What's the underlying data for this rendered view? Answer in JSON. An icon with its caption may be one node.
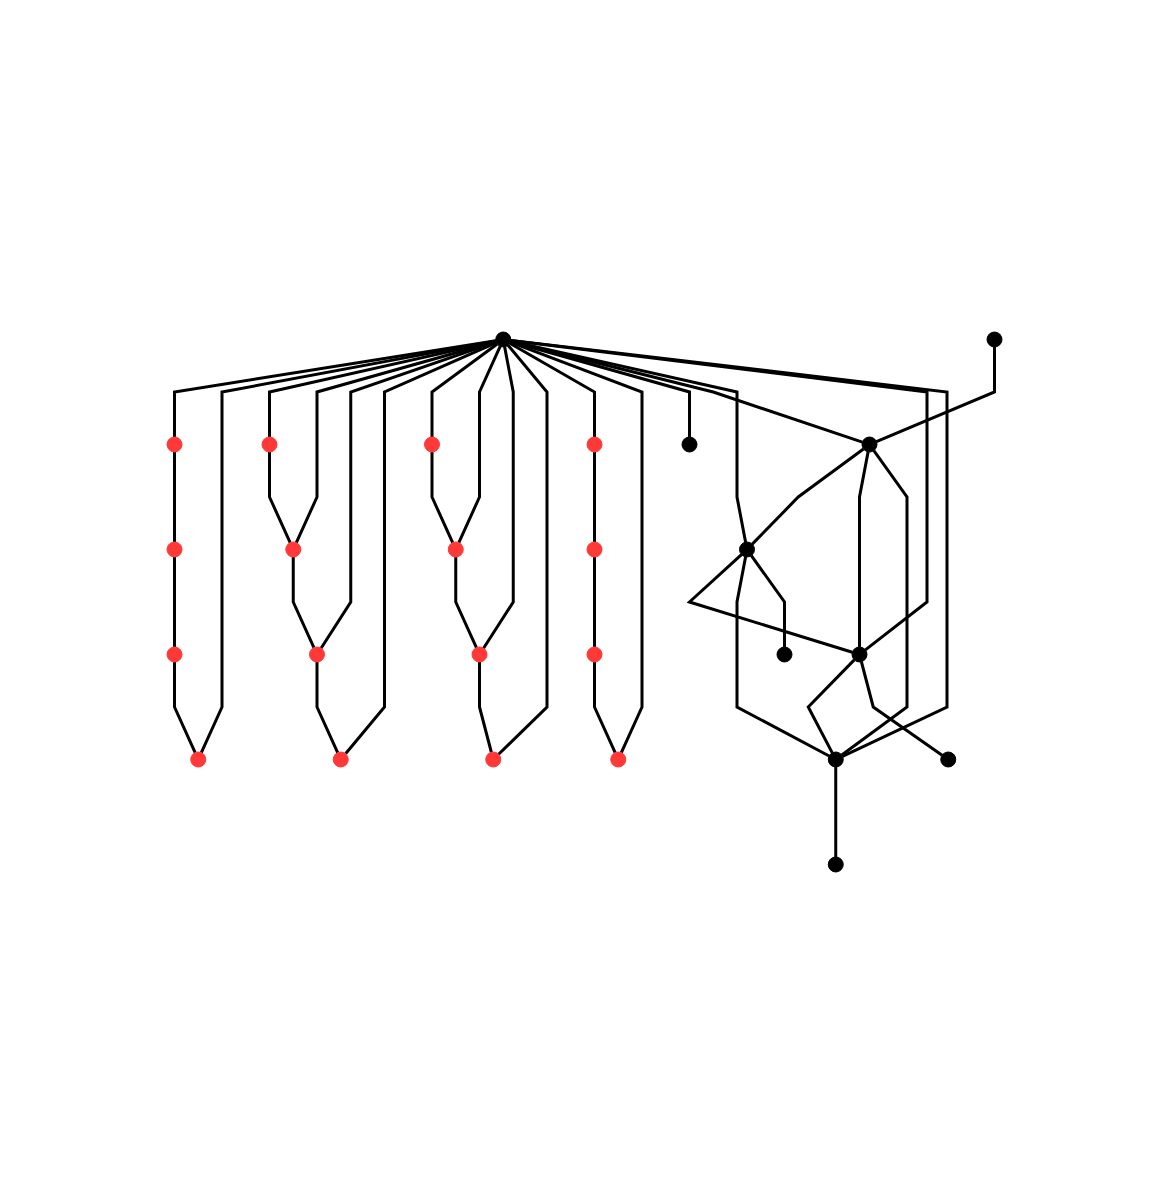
{
  "diagram": {
    "nodes": [
      {
        "text": [],
        "shape": "circle"
      },
      {
        "text": [],
        "shape": "circle"
      },
      {
        "text": [],
        "shape": "circle"
      },
      {
        "text": [],
        "shape": "circle"
      },
      {
        "text": [],
        "shape": "circle"
      },
      {
        "text": [],
        "shape": "circle"
      },
      {
        "text": [],
        "shape": "circle"
      },
      {
        "text": [],
        "shape": "circle"
      },
      {
        "text": [],
        "shape": "circle"
      },
      {
        "text": [],
        "shape": "circle"
      },
      {
        "text": [],
        "shape": "circle"
      },
      {
        "text": [],
        "shape": "circle"
      },
      {
        "text": [],
        "shape": "circle"
      },
      {
        "text": [],
        "shape": "circle"
      },
      {
        "text": [],
        "shape": "circle"
      },
      {
        "text": [],
        "shape": "circle"
      },
      {
        "text": [],
        "shape": "circle"
      },
      {
        "text": [],
        "shape": "circle"
      },
      {
        "text": [],
        "shape": "circle"
      },
      {
        "text": [],
        "shape": "circle"
      },
      {
        "text": [],
        "shape": "circle"
      },
      {
        "text": [],
        "shape": "circle"
      },
      {
        "text": [],
        "shape": "circle"
      },
      {
        "text": [],
        "shape": "circle"
      },
      {
        "text": [],
        "shape": "circle"
      },
      {
        "text": [],
        "shape": "circle"
      }
    ],
    "edges": [
      {
        "from": 0,
        "to": 1,
        "arrow": "none"
      },
      {
        "from": 1,
        "to": 2,
        "arrow": "none"
      },
      {
        "from": 2,
        "to": 3,
        "arrow": "none"
      },
      {
        "from": 4,
        "to": 5,
        "arrow": "none"
      },
      {
        "from": 5,
        "to": 6,
        "arrow": "none"
      },
      {
        "from": 6,
        "to": 7,
        "arrow": "none"
      },
      {
        "from": 8,
        "to": 9,
        "arrow": "none"
      },
      {
        "from": 9,
        "to": 10,
        "arrow": "none"
      },
      {
        "from": 10,
        "to": 11,
        "arrow": "none"
      },
      {
        "from": 12,
        "to": 13,
        "arrow": "none"
      },
      {
        "from": 13,
        "to": 14,
        "arrow": "none"
      },
      {
        "from": 14,
        "to": 15,
        "arrow": "none"
      },
      {
        "from": 16,
        "to": 0,
        "arrow": "none"
      },
      {
        "from": 16,
        "to": 3,
        "arrow": "none"
      },
      {
        "from": 16,
        "to": 4,
        "arrow": "none"
      },
      {
        "from": 16,
        "to": 5,
        "arrow": "none"
      },
      {
        "from": 16,
        "to": 6,
        "arrow": "none"
      },
      {
        "from": 16,
        "to": 7,
        "arrow": "none"
      },
      {
        "from": 16,
        "to": 8,
        "arrow": "none"
      },
      {
        "from": 16,
        "to": 9,
        "arrow": "none"
      },
      {
        "from": 16,
        "to": 10,
        "arrow": "none"
      },
      {
        "from": 16,
        "to": 11,
        "arrow": "none"
      },
      {
        "from": 16,
        "to": 12,
        "arrow": "none"
      },
      {
        "from": 16,
        "to": 15,
        "arrow": "none"
      },
      {
        "from": 16,
        "to": 17,
        "arrow": "none"
      },
      {
        "from": 16,
        "to": 18,
        "arrow": "none"
      },
      {
        "from": 16,
        "to": 19,
        "arrow": "none"
      },
      {
        "from": 16,
        "to": 20,
        "arrow": "none"
      },
      {
        "from": 16,
        "to": 21,
        "arrow": "none"
      },
      {
        "from": 18,
        "to": 19,
        "arrow": "none"
      },
      {
        "from": 18,
        "to": 20,
        "arrow": "none"
      },
      {
        "from": 18,
        "to": 21,
        "arrow": "none"
      },
      {
        "from": 19,
        "to": 20,
        "arrow": "none"
      },
      {
        "from": 19,
        "to": 21,
        "arrow": "none"
      },
      {
        "from": 20,
        "to": 21,
        "arrow": "none"
      },
      {
        "from": 22,
        "to": 18,
        "arrow": "none"
      },
      {
        "from": 19,
        "to": 23,
        "arrow": "none"
      },
      {
        "from": 20,
        "to": 24,
        "arrow": "none"
      },
      {
        "from": 21,
        "to": 25,
        "arrow": "none"
      }
    ]
  }
}
